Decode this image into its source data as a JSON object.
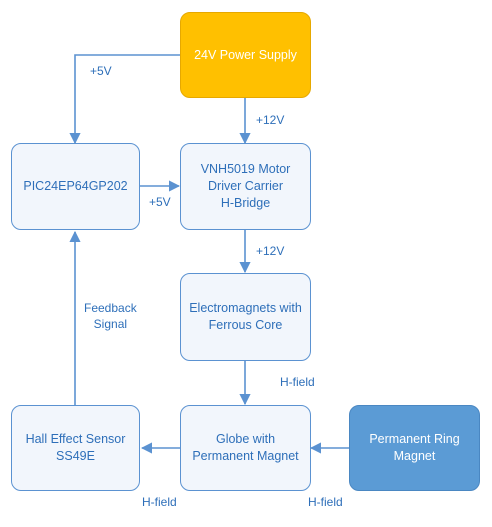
{
  "nodes": {
    "power_supply": "24V Power Supply",
    "pic": "PIC24EP64GP202",
    "motor_driver": "VNH5019 Motor\nDriver Carrier\nH-Bridge",
    "electromagnets": "Electromagnets with\nFerrous Core",
    "globe": "Globe with\nPermanent Magnet",
    "hall_sensor": "Hall Effect Sensor\nSS49E",
    "ring_magnet": "Permanent Ring\nMagnet"
  },
  "edges": {
    "power_to_pic": "+5V",
    "power_to_driver": "+12V",
    "pic_to_driver": "+5V",
    "driver_to_electromagnets": "+12V",
    "electromagnets_to_globe": "H-field",
    "hall_to_pic": "Feedback\nSignal",
    "globe_to_hall": "H-field",
    "ring_to_globe": "H-field"
  },
  "colors": {
    "accent": "#5b92d1",
    "power": "#ffc000",
    "ring": "#5b9bd5",
    "text": "#2e6fb9"
  }
}
